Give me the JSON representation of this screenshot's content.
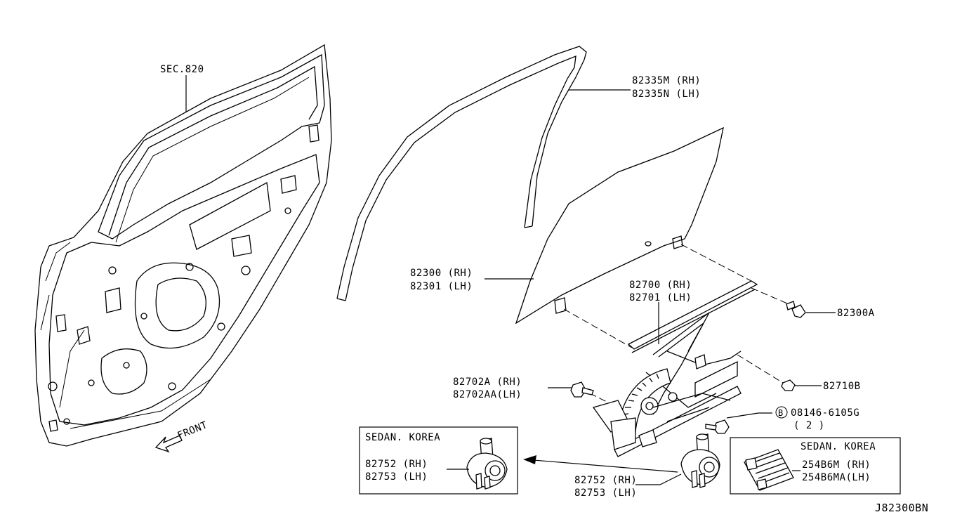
{
  "diagram_id": "J82300BN",
  "front_label": "FRONT",
  "section_ref": "SEC.820",
  "sash_rh": "82335M (RH)",
  "sash_lh": "82335N (LH)",
  "glass_rh": "82300 (RH)",
  "glass_lh": "82301 (LH)",
  "regulator_rh": "82700 (RH)",
  "regulator_lh": "82701 (LH)",
  "glass_bolt": "82300A",
  "regulator_nut": "82710B",
  "bolt_rh": "82702A  (RH)",
  "bolt_lh": "82702AA(LH)",
  "bolt_b_symbol": "B",
  "bolt_b_number": "08146-6105G",
  "bolt_b_qty": "( 2 )",
  "motor_rh": "82752 (RH)",
  "motor_lh": "82753 (LH)",
  "inset_left_title": "SEDAN. KOREA",
  "inset_left_motor_rh": "82752 (RH)",
  "inset_left_motor_lh": "82753 (LH)",
  "inset_right_title": "SEDAN. KOREA",
  "inset_right_part_rh": "254B6M  (RH)",
  "inset_right_part_lh": "254B6MA(LH)"
}
